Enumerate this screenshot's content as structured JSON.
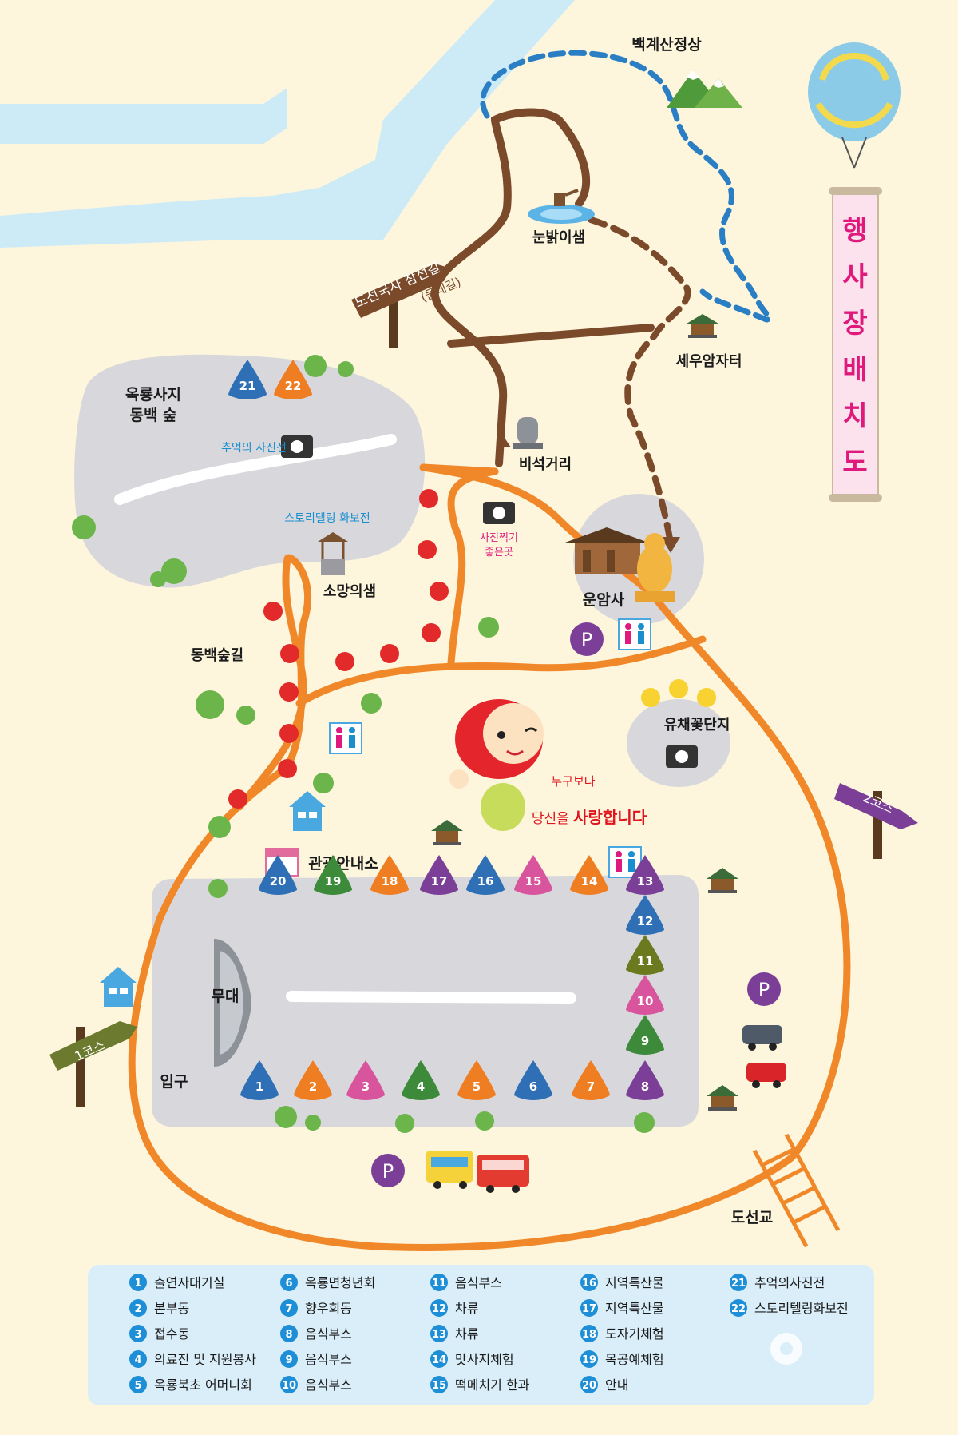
{
  "title": "행사장배치도",
  "title_chars": [
    "행",
    "사",
    "장",
    "배",
    "치",
    "도"
  ],
  "places": {
    "peak": "백계산정상",
    "spring": "눈밝이샘",
    "seuam": "세우암자터",
    "stone": "비석거리",
    "unamsa": "운암사",
    "photo_spot": "사진찍기\n좋은곳",
    "forest_top": "옥룡사지",
    "forest_bottom": "동백 숲",
    "memory_photo": "추억의 사진전",
    "storytelling": "스토리텔링 화보전",
    "wish_well": "소망의샘",
    "camellia_road": "동백숲길",
    "canola": "유채꽃단지",
    "tourist_info": "관광안내소",
    "stage": "무대",
    "entrance": "입구",
    "bridge": "도선교"
  },
  "signs": {
    "doseon_line1": "도선국사 참선길",
    "doseon_line2": "(둘레길)",
    "course1": "1코스",
    "course2": "2코스"
  },
  "mascot_message": {
    "line1": "누구보다",
    "line2_a": "당신을 ",
    "line2_b": "사랑합니다"
  },
  "parking_symbol": "P",
  "booths": [
    {
      "n": "1",
      "color": "#2f6fb5"
    },
    {
      "n": "2",
      "color": "#ef7d22"
    },
    {
      "n": "3",
      "color": "#d8559e"
    },
    {
      "n": "4",
      "color": "#3c8a3a"
    },
    {
      "n": "5",
      "color": "#ef7d22"
    },
    {
      "n": "6",
      "color": "#2f6fb5"
    },
    {
      "n": "7",
      "color": "#ef7d22"
    },
    {
      "n": "8",
      "color": "#7b3f98"
    },
    {
      "n": "9",
      "color": "#3c8a3a"
    },
    {
      "n": "10",
      "color": "#d8559e"
    },
    {
      "n": "11",
      "color": "#6b7a1e"
    },
    {
      "n": "12",
      "color": "#2f6fb5"
    },
    {
      "n": "13",
      "color": "#7b3f98"
    },
    {
      "n": "14",
      "color": "#ef7d22"
    },
    {
      "n": "15",
      "color": "#d8559e"
    },
    {
      "n": "16",
      "color": "#2f6fb5"
    },
    {
      "n": "17",
      "color": "#7b3f98"
    },
    {
      "n": "18",
      "color": "#ef7d22"
    },
    {
      "n": "19",
      "color": "#3c8a3a"
    },
    {
      "n": "20",
      "color": "#2f6fb5"
    },
    {
      "n": "21",
      "color": "#2f6fb5"
    },
    {
      "n": "22",
      "color": "#ef7d22"
    }
  ],
  "legend": [
    {
      "n": "1",
      "label": "출연자대기실"
    },
    {
      "n": "2",
      "label": "본부동"
    },
    {
      "n": "3",
      "label": "접수동"
    },
    {
      "n": "4",
      "label": "의료진 및 지원봉사"
    },
    {
      "n": "5",
      "label": "옥룡북초 어머니회"
    },
    {
      "n": "6",
      "label": "옥룡면청년회"
    },
    {
      "n": "7",
      "label": "향우회동"
    },
    {
      "n": "8",
      "label": "음식부스"
    },
    {
      "n": "9",
      "label": "음식부스"
    },
    {
      "n": "10",
      "label": "음식부스"
    },
    {
      "n": "11",
      "label": "음식부스"
    },
    {
      "n": "12",
      "label": "차류"
    },
    {
      "n": "13",
      "label": "차류"
    },
    {
      "n": "14",
      "label": "맛사지체험"
    },
    {
      "n": "15",
      "label": "떡메치기 한과"
    },
    {
      "n": "16",
      "label": "지역특산물"
    },
    {
      "n": "17",
      "label": "지역특산물"
    },
    {
      "n": "18",
      "label": "도자기체험"
    },
    {
      "n": "19",
      "label": "목공예체험"
    },
    {
      "n": "20",
      "label": "안내"
    },
    {
      "n": "21",
      "label": "추억의사진전"
    },
    {
      "n": "22",
      "label": "스토리텔링화보전"
    }
  ],
  "colors": {
    "background": "#fdf6dc",
    "river": "#cdeaf7",
    "area": "#d8d8dc",
    "road": "#f0882a",
    "trail_brown": "#7a4a2b",
    "trail_blue": "#2a7fc4",
    "legend_bg": "#d9eef9",
    "legend_num": "#1e8fd6",
    "banner": "#fbe2ec",
    "parking": "#7b3f98"
  }
}
